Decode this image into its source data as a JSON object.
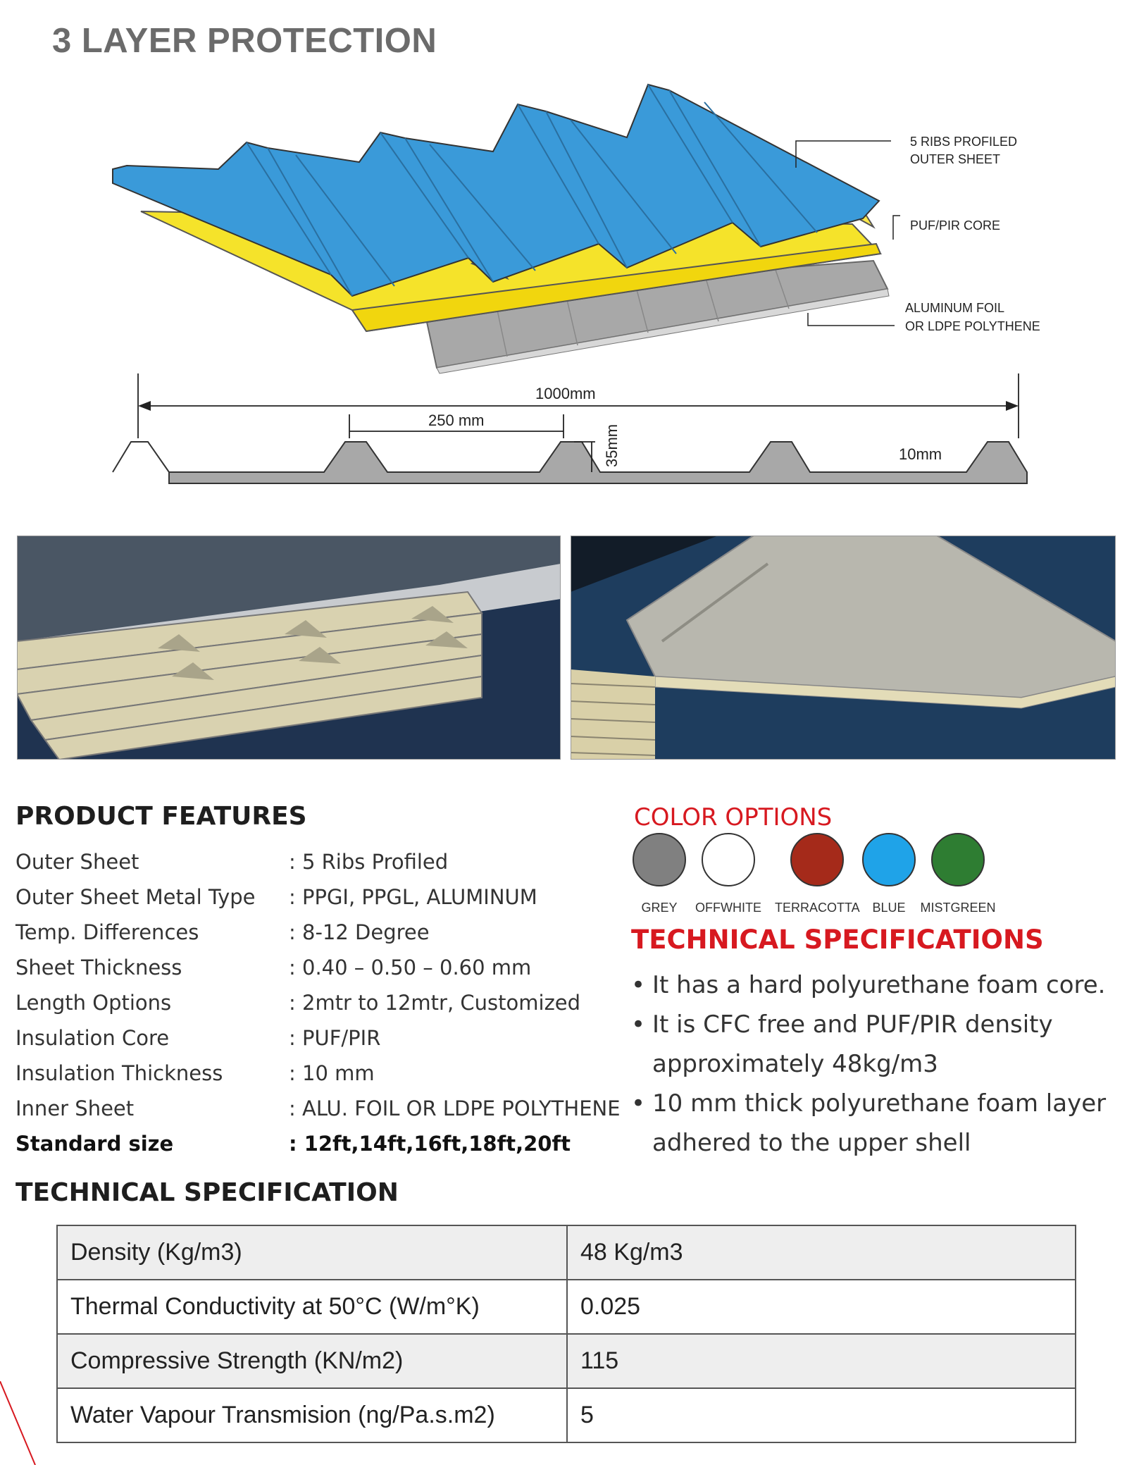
{
  "title": "3 LAYER PROTECTION",
  "diagram": {
    "labels": {
      "outer_sheet_1": "5 RIBS PROFILED",
      "outer_sheet_2": "OUTER SHEET",
      "core": "PUF/PIR CORE",
      "foil_1": "ALUMINUM FOIL",
      "foil_2": "OR LDPE POLYTHENE"
    },
    "dimensions": {
      "total_width": "1000mm",
      "rib_spacing": "250 mm",
      "rib_height": "35mm",
      "thickness": "10mm"
    },
    "colors": {
      "sheet": "#3a9ad9",
      "core": "#f5e32a",
      "foil": "#a9a9a9"
    }
  },
  "photos": [
    {
      "name": "stacked-panels-photo"
    },
    {
      "name": "panel-closeup-photo"
    }
  ],
  "product_features": {
    "heading": "PRODUCT FEATURES",
    "rows": [
      {
        "label": "Outer Sheet",
        "value": ": 5 Ribs Profiled"
      },
      {
        "label": "Outer Sheet Metal Type",
        "value": ": PPGI, PPGL, ALUMINUM"
      },
      {
        "label": "Temp. Differences",
        "value": ": 8-12 Degree"
      },
      {
        "label": "Sheet Thickness",
        "value": ": 0.40 – 0.50 – 0.60 mm"
      },
      {
        "label": "Length Options",
        "value": ": 2mtr to 12mtr, Customized"
      },
      {
        "label": "Insulation Core",
        "value": ": PUF/PIR"
      },
      {
        "label": "Insulation Thickness",
        "value": ": 10 mm"
      },
      {
        "label": "Inner Sheet",
        "value": ": ALU. FOIL OR LDPE POLYTHENE"
      },
      {
        "label": "Standard size",
        "value": ": 12ft,14ft,16ft,18ft,20ft"
      }
    ]
  },
  "color_options": {
    "heading": "COLOR OPTIONS",
    "items": [
      {
        "label": "GREY",
        "color": "#808080"
      },
      {
        "label": "OFFWHITE",
        "color": "#ffffff"
      },
      {
        "label": "TERRACOTTA",
        "color": "#a52a1a"
      },
      {
        "label": "BLUE",
        "color": "#1fa3e8"
      },
      {
        "label": "MISTGREEN",
        "color": "#2e7d32"
      }
    ]
  },
  "technical_specifications": {
    "heading": "TECHNICAL SPECIFICATIONS",
    "bullets": [
      "It has a hard polyurethane foam core.",
      "It is CFC free and PUF/PIR density approximately  48kg/m3",
      "10 mm thick polyurethane foam layer adhered to the upper shell"
    ]
  },
  "technical_specification_table": {
    "heading": "TECHNICAL SPECIFICATION",
    "rows": [
      {
        "property": "Density (Kg/m3)",
        "value": "48 Kg/m3"
      },
      {
        "property": "Thermal Conductivity at 50°C (W/m°K)",
        "value": "0.025"
      },
      {
        "property": "Compressive Strength (KN/m2)",
        "value": "115"
      },
      {
        "property": "Water Vapour Transmision (ng/Pa.s.m2)",
        "value": "5"
      }
    ]
  }
}
